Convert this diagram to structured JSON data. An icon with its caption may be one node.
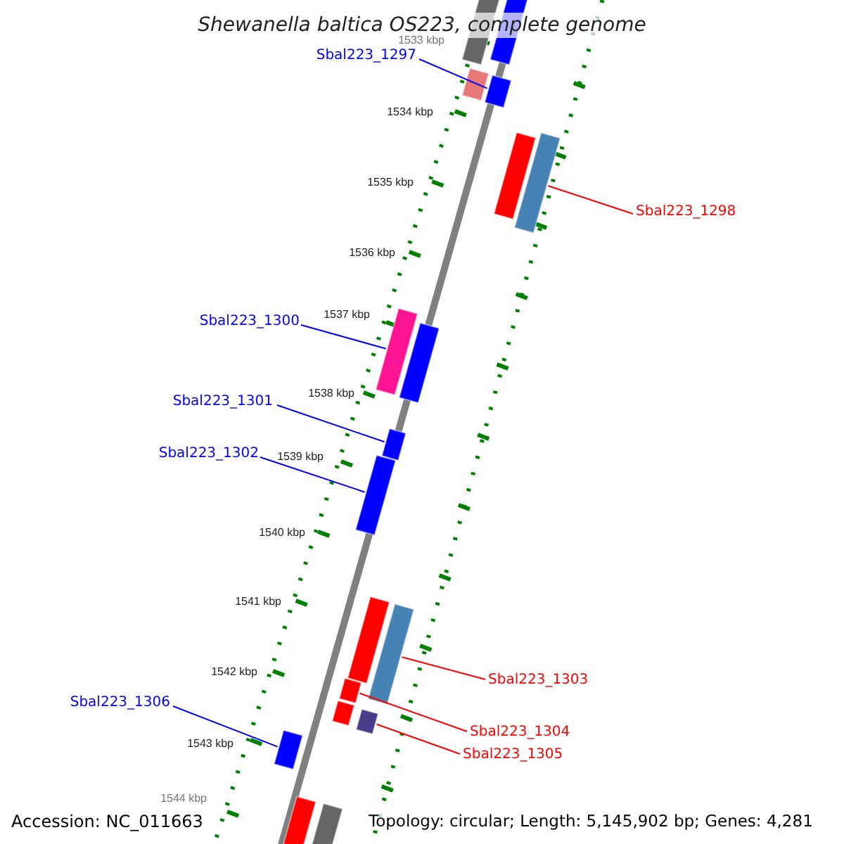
{
  "diagram": {
    "title": "Shewanella baltica OS223, complete genome",
    "nodes": [
      {
        "text": [
          "Sbal223_1297"
        ]
      },
      {
        "text": [
          "Sbal223_1298"
        ]
      },
      {
        "text": [
          "Sbal223_1300"
        ]
      },
      {
        "text": [
          "Sbal223_1301"
        ]
      },
      {
        "text": [
          "Sbal223_1302"
        ]
      },
      {
        "text": [
          "Sbal223_1303"
        ]
      },
      {
        "text": [
          "Sbal223_1304"
        ]
      },
      {
        "text": [
          "Sbal223_1305"
        ]
      },
      {
        "text": [
          "Sbal223_1306"
        ]
      },
      {
        "text": [],
        "shape": "bar"
      },
      {
        "text": [],
        "shape": "bar"
      },
      {
        "text": [],
        "shape": "bar"
      },
      {
        "text": [],
        "shape": "bar"
      },
      {
        "text": [],
        "shape": "bar"
      },
      {
        "text": [],
        "shape": "bar"
      },
      {
        "text": [],
        "shape": "bar"
      },
      {
        "text": [],
        "shape": "bar"
      },
      {
        "text": [],
        "shape": "bar"
      },
      {
        "text": [],
        "shape": "bar"
      },
      {
        "text": [],
        "shape": "bar"
      },
      {
        "text": [],
        "shape": "bar"
      },
      {
        "text": [],
        "shape": "bar"
      },
      {
        "text": [],
        "shape": "bar"
      },
      {
        "text": [],
        "shape": "bar"
      },
      {
        "text": [],
        "shape": "bar"
      },
      {
        "text": [],
        "shape": "bar"
      },
      {
        "text": [],
        "shape": "bar"
      }
    ],
    "edges": [
      {
        "from": 0,
        "to": 12,
        "arrow": "none"
      },
      {
        "from": 1,
        "to": 14,
        "arrow": "none",
        "color": "#ff0000"
      },
      {
        "from": 2,
        "to": 15,
        "arrow": "none"
      },
      {
        "from": 3,
        "to": 17,
        "arrow": "none"
      },
      {
        "from": 4,
        "to": 18,
        "arrow": "none"
      },
      {
        "from": 5,
        "to": 20,
        "arrow": "none",
        "color": "#ff0000"
      },
      {
        "from": 6,
        "to": 21,
        "arrow": "none",
        "color": "#ff0000"
      },
      {
        "from": 7,
        "to": 23,
        "arrow": "none",
        "color": "#ff0000"
      },
      {
        "from": 8,
        "to": 24,
        "arrow": "none"
      }
    ],
    "labels": [
      "1533 kbp",
      "1534 kbp",
      "1535 kbp",
      "1536 kbp",
      "1537 kbp",
      "1538 kbp",
      "1539 kbp",
      "1540 kbp",
      "1541 kbp",
      "1542 kbp",
      "1543 kbp",
      "1544 kbp",
      "Accession: NC_011663",
      "Topology: circular; Length: 5,145,902 bp; Genes: 4,281"
    ]
  }
}
